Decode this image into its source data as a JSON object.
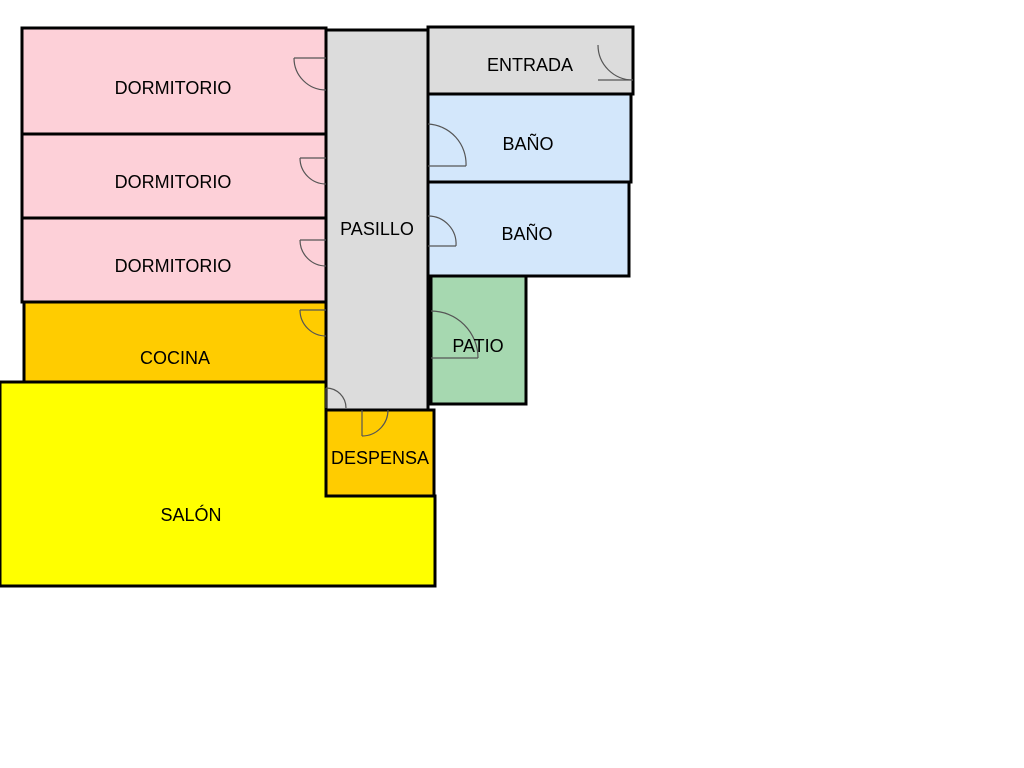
{
  "plan": {
    "rooms": {
      "dormitorio_1": {
        "label": "DORMITORIO",
        "color": "#fdd0d8"
      },
      "dormitorio_2": {
        "label": "DORMITORIO",
        "color": "#fdd0d8"
      },
      "dormitorio_3": {
        "label": "DORMITORIO",
        "color": "#fdd0d8"
      },
      "cocina": {
        "label": "COCINA",
        "color": "#ffcc00"
      },
      "salon": {
        "label": "SALÓN",
        "color": "#ffff00"
      },
      "pasillo": {
        "label": "PASILLO",
        "color": "#dcdcdc"
      },
      "despensa": {
        "label": "DESPENSA",
        "color": "#ffcc00"
      },
      "entrada": {
        "label": "ENTRADA",
        "color": "#dcdcdc"
      },
      "bano_1": {
        "label": "BAÑO",
        "color": "#d3e7fb"
      },
      "bano_2": {
        "label": "BAÑO",
        "color": "#d3e7fb"
      },
      "patio": {
        "label": "PATIO",
        "color": "#a6d8b0"
      }
    },
    "wall_color": "#000000",
    "door_color": "#555555"
  }
}
